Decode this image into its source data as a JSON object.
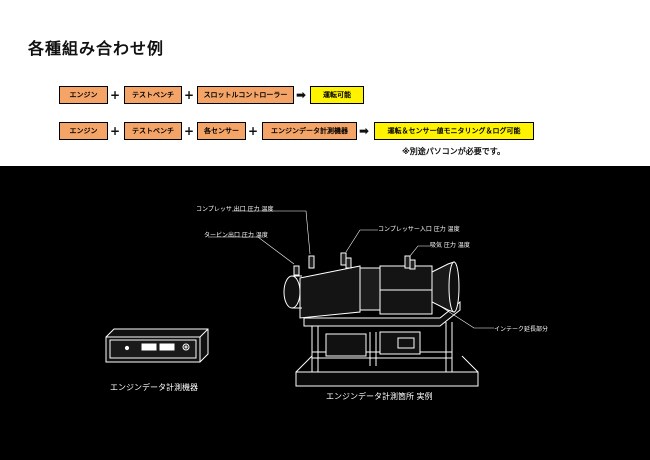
{
  "title": "各種組み合わせ例",
  "rows": [
    {
      "items": [
        "エンジン",
        "テストベンチ",
        "スロットルコントローラー"
      ],
      "operators": [
        "+",
        "+",
        "➡"
      ],
      "result": "運転可能"
    },
    {
      "items": [
        "エンジン",
        "テストベンチ",
        "各センサー",
        "エンジンデータ計測機器"
      ],
      "operators": [
        "+",
        "+",
        "+",
        "➡"
      ],
      "result": "運転＆センサー値モニタリング＆ログ可能"
    }
  ],
  "note": "※別途パソコンが必要です。",
  "device": {
    "caption": "エンジンデータ計測機器"
  },
  "rig": {
    "caption": "エンジンデータ計測箇所 実例",
    "labels": {
      "compressor_outlet": "コンプレッサ 出口 圧力 温度",
      "turbine_outlet": "タービン出口 圧力 温度",
      "compressor_inlet": "コンプレッサー入口 圧力 温度",
      "exhaust": "吸気 圧力 温度",
      "intake_extension": "インテーク延長部分"
    }
  },
  "colors": {
    "item_bg": "#f4a467",
    "result_bg": "#fff300",
    "panel_bg": "#000000"
  }
}
